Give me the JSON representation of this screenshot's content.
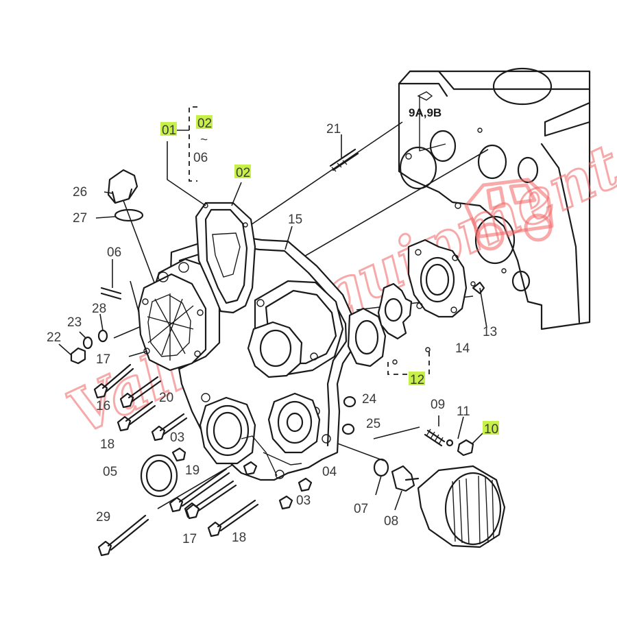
{
  "diagram": {
    "callouts": [
      {
        "id": "01",
        "label": "01",
        "highlight": "#c8f04a"
      },
      {
        "id": "02a",
        "label": "02",
        "highlight": "#c8f04a"
      },
      {
        "id": "tilde",
        "label": "~"
      },
      {
        "id": "06a",
        "label": "06"
      },
      {
        "id": "02b",
        "label": "02",
        "highlight": "#c8f04a"
      },
      {
        "id": "21",
        "label": "21"
      },
      {
        "id": "9a9b",
        "label": "9A,9B"
      },
      {
        "id": "26",
        "label": "26"
      },
      {
        "id": "27",
        "label": "27"
      },
      {
        "id": "15",
        "label": "15"
      },
      {
        "id": "06b",
        "label": "06"
      },
      {
        "id": "28",
        "label": "28"
      },
      {
        "id": "23",
        "label": "23"
      },
      {
        "id": "22",
        "label": "22"
      },
      {
        "id": "17a",
        "label": "17"
      },
      {
        "id": "16",
        "label": "16"
      },
      {
        "id": "20",
        "label": "20"
      },
      {
        "id": "18a",
        "label": "18"
      },
      {
        "id": "03a",
        "label": "03"
      },
      {
        "id": "05",
        "label": "05"
      },
      {
        "id": "19",
        "label": "19"
      },
      {
        "id": "29",
        "label": "29"
      },
      {
        "id": "17b",
        "label": "17"
      },
      {
        "id": "18b",
        "label": "18"
      },
      {
        "id": "04",
        "label": "04"
      },
      {
        "id": "03b",
        "label": "03"
      },
      {
        "id": "24",
        "label": "24"
      },
      {
        "id": "25",
        "label": "25"
      },
      {
        "id": "12",
        "label": "12",
        "highlight": "#c8f04a"
      },
      {
        "id": "14",
        "label": "14"
      },
      {
        "id": "13",
        "label": "13"
      },
      {
        "id": "09",
        "label": "09"
      },
      {
        "id": "11",
        "label": "11"
      },
      {
        "id": "10",
        "label": "10",
        "highlight": "#c8f04a"
      },
      {
        "id": "07",
        "label": "07"
      },
      {
        "id": "08",
        "label": "08"
      }
    ]
  },
  "watermark": {
    "text": "Valiantequipment",
    "color": "#f26464"
  }
}
